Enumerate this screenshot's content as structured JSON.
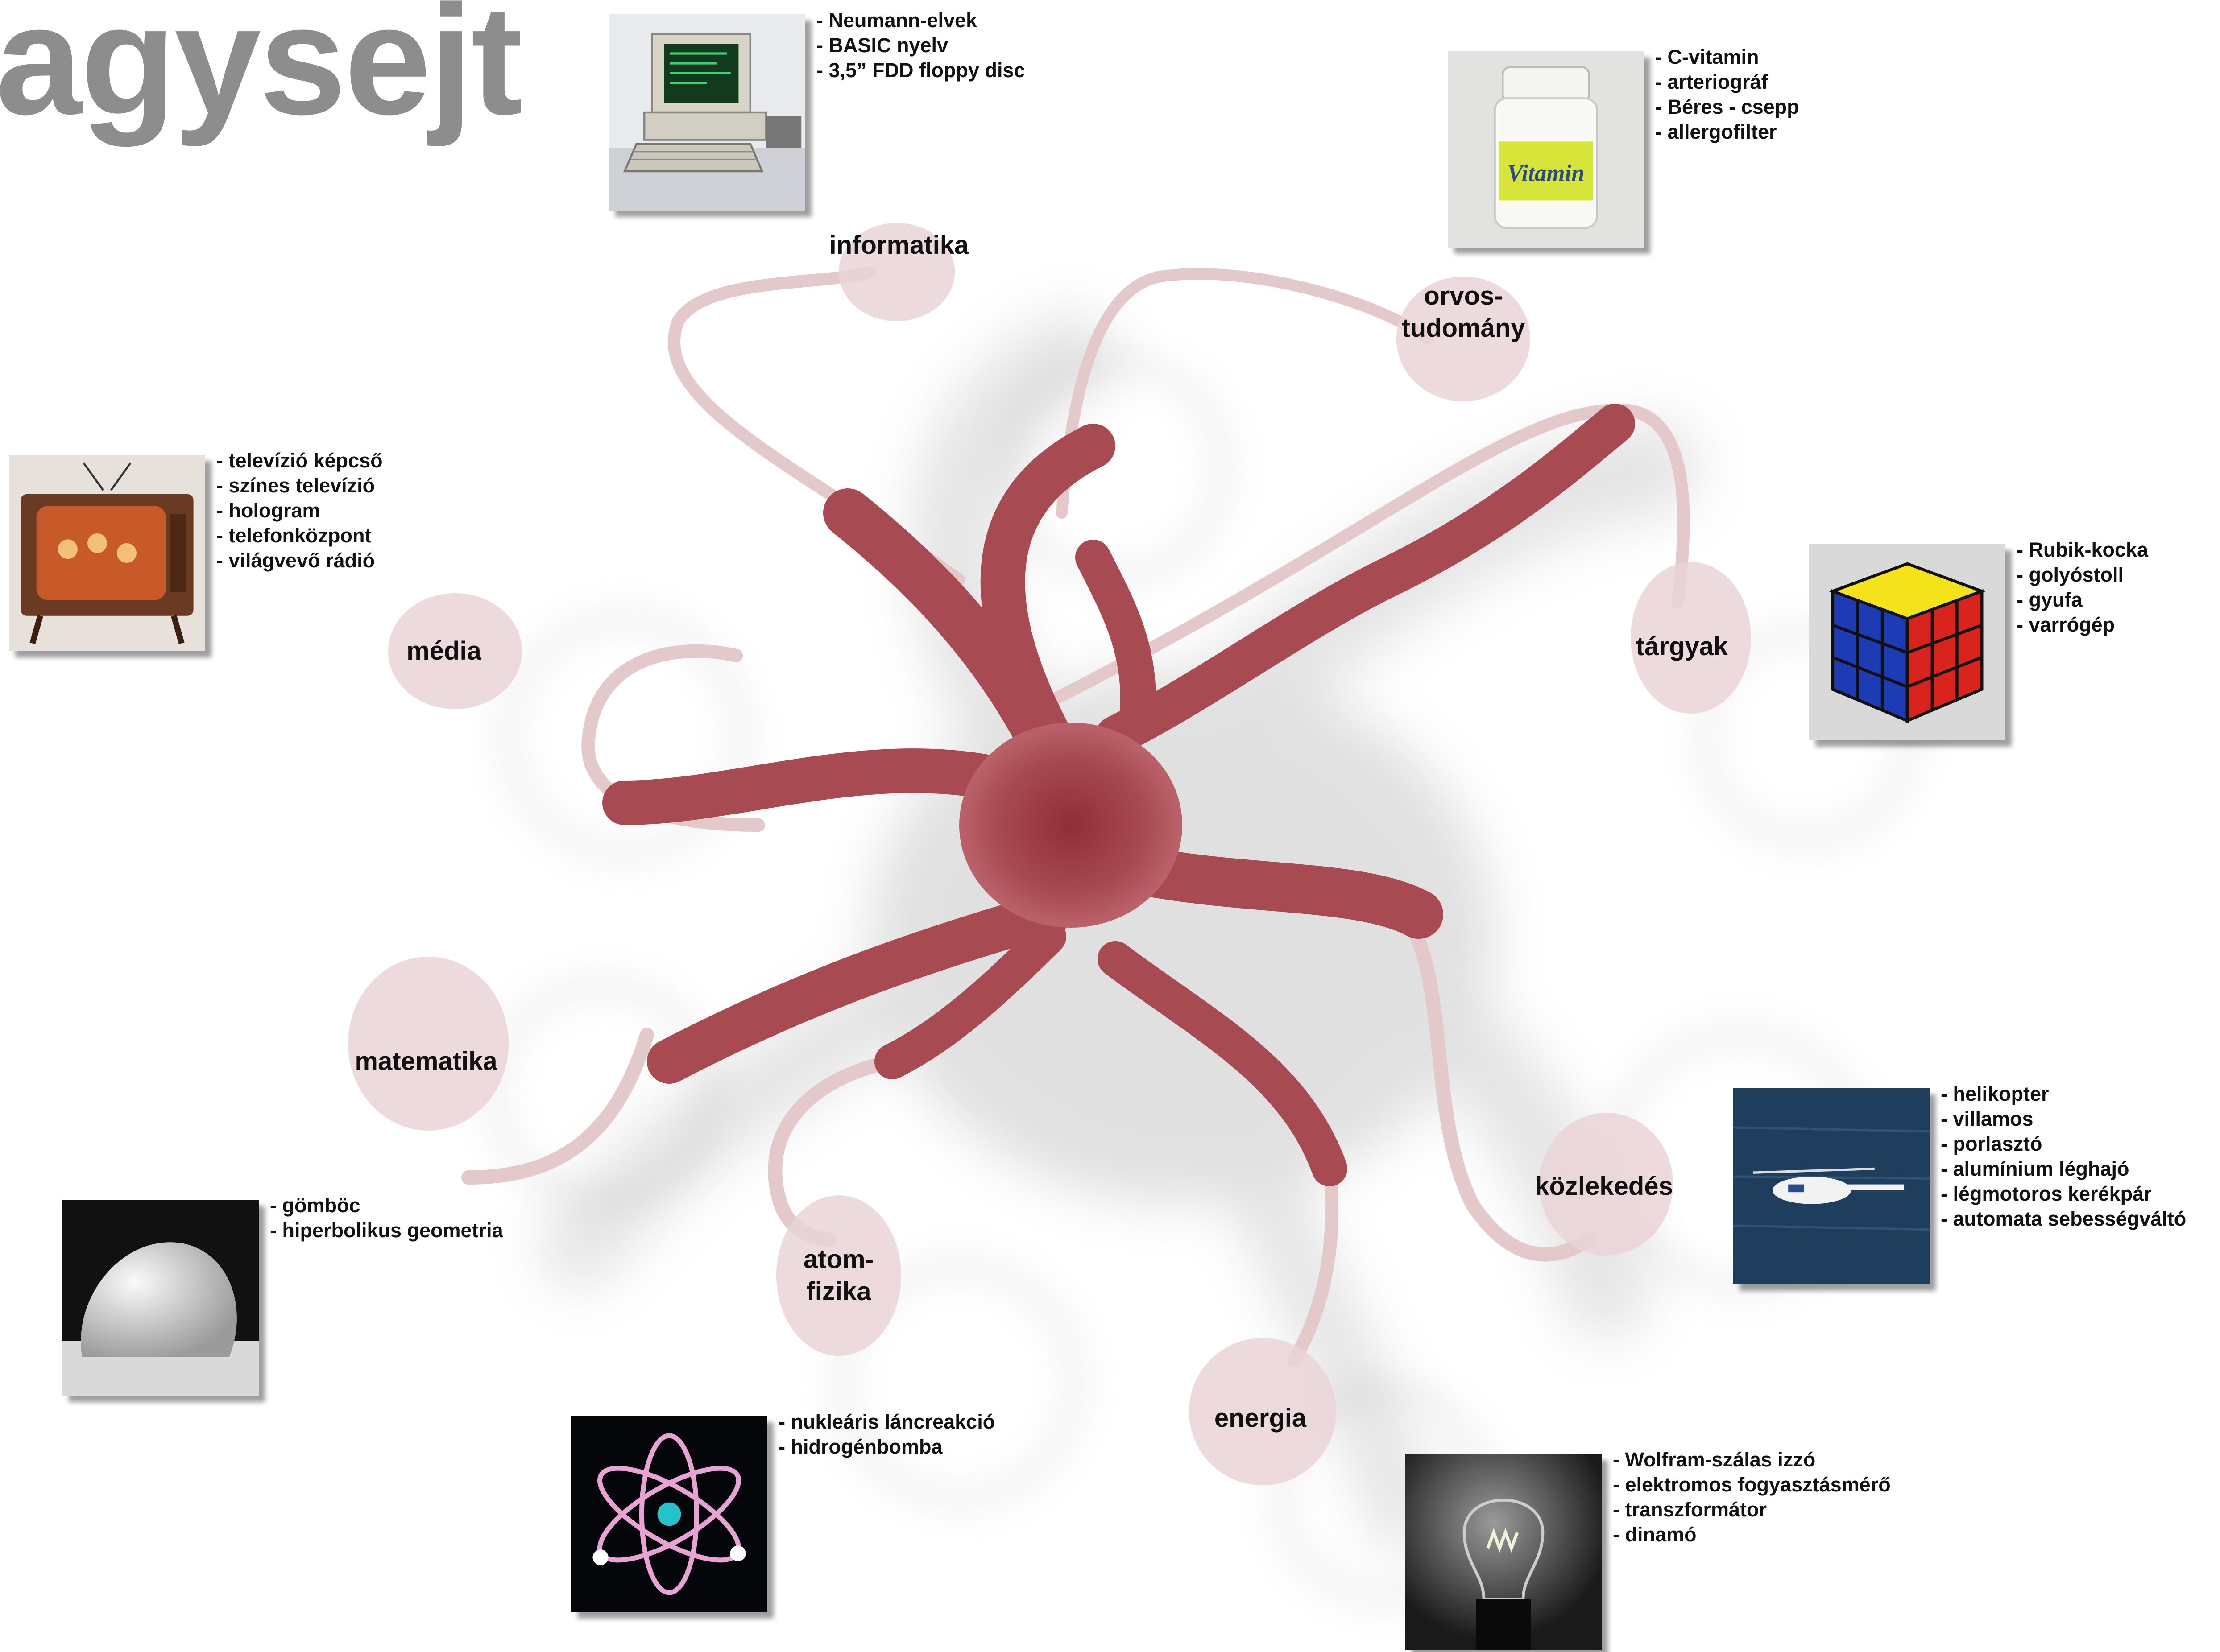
{
  "title": "agysejt",
  "colors": {
    "neuron": "#a84a52",
    "bulb": "#ead4d6",
    "title": "#8d8d8d"
  },
  "nodes": [
    {
      "id": "informatika",
      "label": "informatika",
      "items": [
        "- Neumann-elvek",
        "- BASIC nyelv",
        "- 3,5” FDD floppy disc"
      ],
      "image": "computer-image"
    },
    {
      "id": "orvostudomany",
      "label": "orvos-\ntudomány",
      "items": [
        "- C-vitamin",
        "- arteriográf",
        "- Béres - csepp",
        "- allergofilter"
      ],
      "image": "vitamin-bottle-image"
    },
    {
      "id": "media",
      "label": "média",
      "items": [
        "- televízió képcső",
        "- színes televízió",
        "- hologram",
        "- telefonközpont",
        "- világvevő rádió"
      ],
      "image": "television-image"
    },
    {
      "id": "targyak",
      "label": "tárgyak",
      "items": [
        "- Rubik-kocka",
        "- golyóstoll",
        "- gyufa",
        "- varrógép"
      ],
      "image": "rubiks-cube-image"
    },
    {
      "id": "matematika",
      "label": "matematika",
      "items": [
        "- gömböc",
        "- hiperbolikus geometria"
      ],
      "image": "gomboc-image"
    },
    {
      "id": "kozlekedes",
      "label": "közlekedés",
      "items": [
        "- helikopter",
        "- villamos",
        "- porlasztó",
        "- alumínium léghajó",
        "- légmotoros kerékpár",
        "- automata sebességváltó"
      ],
      "image": "helicopter-image"
    },
    {
      "id": "atomfizika",
      "label": "atom-\nfizika",
      "items": [
        "- nukleáris láncreakció",
        "- hidrogénbomba"
      ],
      "image": "atom-image"
    },
    {
      "id": "energia",
      "label": "energia",
      "items": [
        "- Wolfram-szálas izzó",
        "- elektromos fogyasztásmérő",
        "- transzformátor",
        "- dinamó"
      ],
      "image": "light-bulb-image"
    }
  ]
}
